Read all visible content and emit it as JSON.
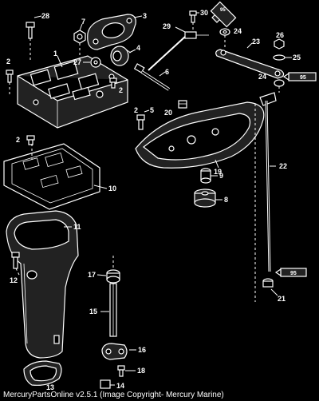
{
  "labels": {
    "p1": "1",
    "p2a": "2",
    "p2b": "2",
    "p2c": "2",
    "p2d": "2",
    "p3": "3",
    "p4": "4",
    "p5": "5",
    "p6": "6",
    "p7": "7",
    "p8": "8",
    "p9": "9",
    "p10": "10",
    "p11": "11",
    "p12": "12",
    "p13": "13",
    "p14": "14",
    "p15": "15",
    "p16": "16",
    "p17": "17",
    "p18": "18",
    "p19": "19",
    "p20": "20",
    "p21": "21",
    "p22": "22",
    "p23": "23",
    "p24a": "24",
    "p24b": "24",
    "p25": "25",
    "p26": "26",
    "p27": "27",
    "p28": "28",
    "p29": "29",
    "p30": "30",
    "tube95a": "95",
    "tube95b": "95",
    "tube95c": "95"
  },
  "caption": "MercuryPartsOnline v2.5.1 (Image Copyright- Mercury Marine)"
}
